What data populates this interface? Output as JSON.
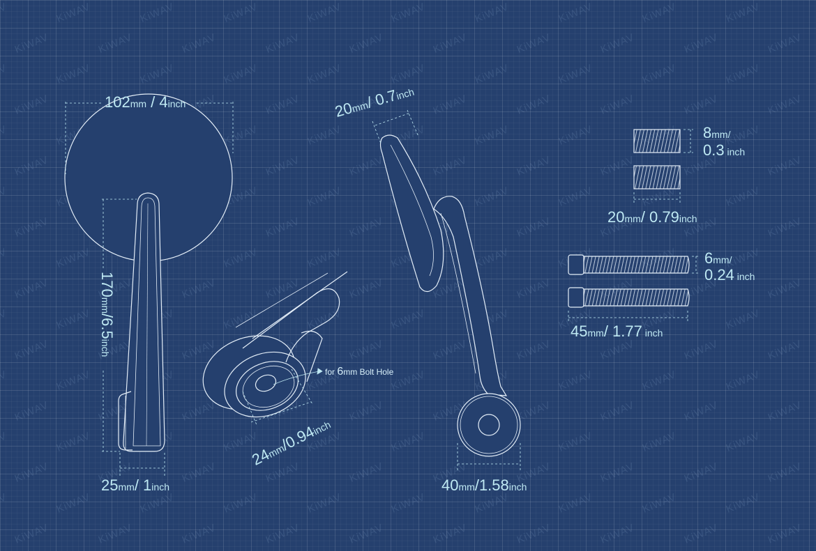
{
  "brand_watermark": "KiWAV",
  "colors": {
    "background": "#25406e",
    "line": "#e4eef8",
    "dimension_text": "#bfe9f3"
  },
  "dimensions": {
    "mirror_width": {
      "value": "102",
      "unit": "mm",
      "sep": " / ",
      "alt_value": "4",
      "alt_unit": "inch"
    },
    "total_height": {
      "value": "170",
      "unit": "mm",
      "sep": "/",
      "alt_value": "6.5",
      "alt_unit": "inch"
    },
    "base_width": {
      "value": "25",
      "unit": "mm",
      "sep": "/ ",
      "alt_value": "1",
      "alt_unit": "inch"
    },
    "mirror_thickness": {
      "value": "20",
      "unit": "mm",
      "sep": "/ ",
      "alt_value": "0.7",
      "alt_unit": "inch"
    },
    "hole_diameter": {
      "value": "24",
      "unit": "mm",
      "sep": "/",
      "alt_value": "0.94",
      "alt_unit": "inch"
    },
    "mount_diameter": {
      "value": "40",
      "unit": "mm",
      "sep": "/",
      "alt_value": "1.58",
      "alt_unit": "inch"
    },
    "spacer_height": {
      "value": "8",
      "unit": "mm",
      "sep": "/",
      "alt_value": "0.3",
      "alt_unit": " inch"
    },
    "spacer_length": {
      "value": "20",
      "unit": "mm",
      "sep": "/ ",
      "alt_value": "0.79",
      "alt_unit": "inch"
    },
    "bolt_diameter": {
      "value": "6",
      "unit": "mm",
      "sep": "/",
      "alt_value": "0.24",
      "alt_unit": " inch"
    },
    "bolt_length": {
      "value": "45",
      "unit": "mm",
      "sep": "/ ",
      "alt_value": "1.77",
      "alt_unit": " inch"
    }
  },
  "annotations": {
    "bolt_hole": {
      "prefix": "for ",
      "value": "6",
      "unit": "mm",
      "suffix": " Bolt Hole"
    }
  }
}
